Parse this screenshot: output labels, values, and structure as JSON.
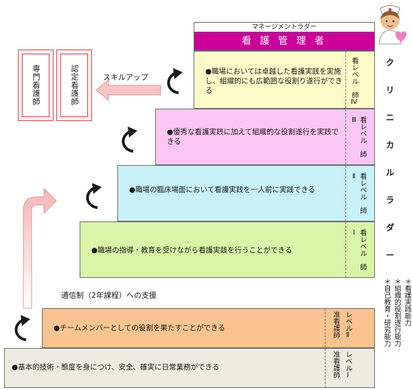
{
  "header": {
    "manager_ladder": "マネージメントラダー",
    "nurse_manager": "看 護 管 理 者"
  },
  "levels": [
    {
      "id": "IV",
      "text": "●職場においては卓越した看護実践を実施し、組織的にも広範囲な役割り遂行ができる",
      "label": "看レベル　師Ⅳ"
    },
    {
      "id": "III",
      "text": "●優秀な看護実践に加えて組織的な役割遂行を実践できる",
      "label": "看レベル　師Ⅲ"
    },
    {
      "id": "II",
      "text": "●職場の臨床場面において看護実践を一人前に実践できる",
      "label": "看レベル　師Ⅱ"
    },
    {
      "id": "I",
      "text": "●職場の指導・教育を受けながら看護実践を行うことができる",
      "label": "看レベル　師Ⅰ"
    }
  ],
  "junior_levels": [
    {
      "id": "jII",
      "text": "●チームメンバーとしての役割を果たすことができる",
      "label1": "准看護師",
      "label2": "レベルⅡ"
    },
    {
      "id": "jI",
      "text": "●基本的技術・態度を身につけ、安全、確実に日常業務ができる",
      "label1": "准看護師",
      "label2": "レベルⅠ"
    }
  ],
  "correspondence": "通信制（2年課程）への支援",
  "skill_up": "スキルアップ",
  "certified": [
    "専門看護師",
    "認定看護師"
  ],
  "clinical_ladder": [
    "ク",
    "リ",
    "ニ",
    "カ",
    "ル",
    "ラ",
    "ダ",
    "ー"
  ],
  "abilities": [
    "＊自己教育・研究能力",
    "＊組織的役割遂行能力",
    "＊看護実践能力"
  ],
  "colors": {
    "magenta": "#cc0099",
    "yellow": "#fffbc8",
    "pink": "#fbc6f4",
    "cyan": "#c8f1f8",
    "green": "#d9f5a8",
    "orange": "#f9c48f",
    "gray": "#eeecde",
    "arrow": "#f7c6c6"
  }
}
